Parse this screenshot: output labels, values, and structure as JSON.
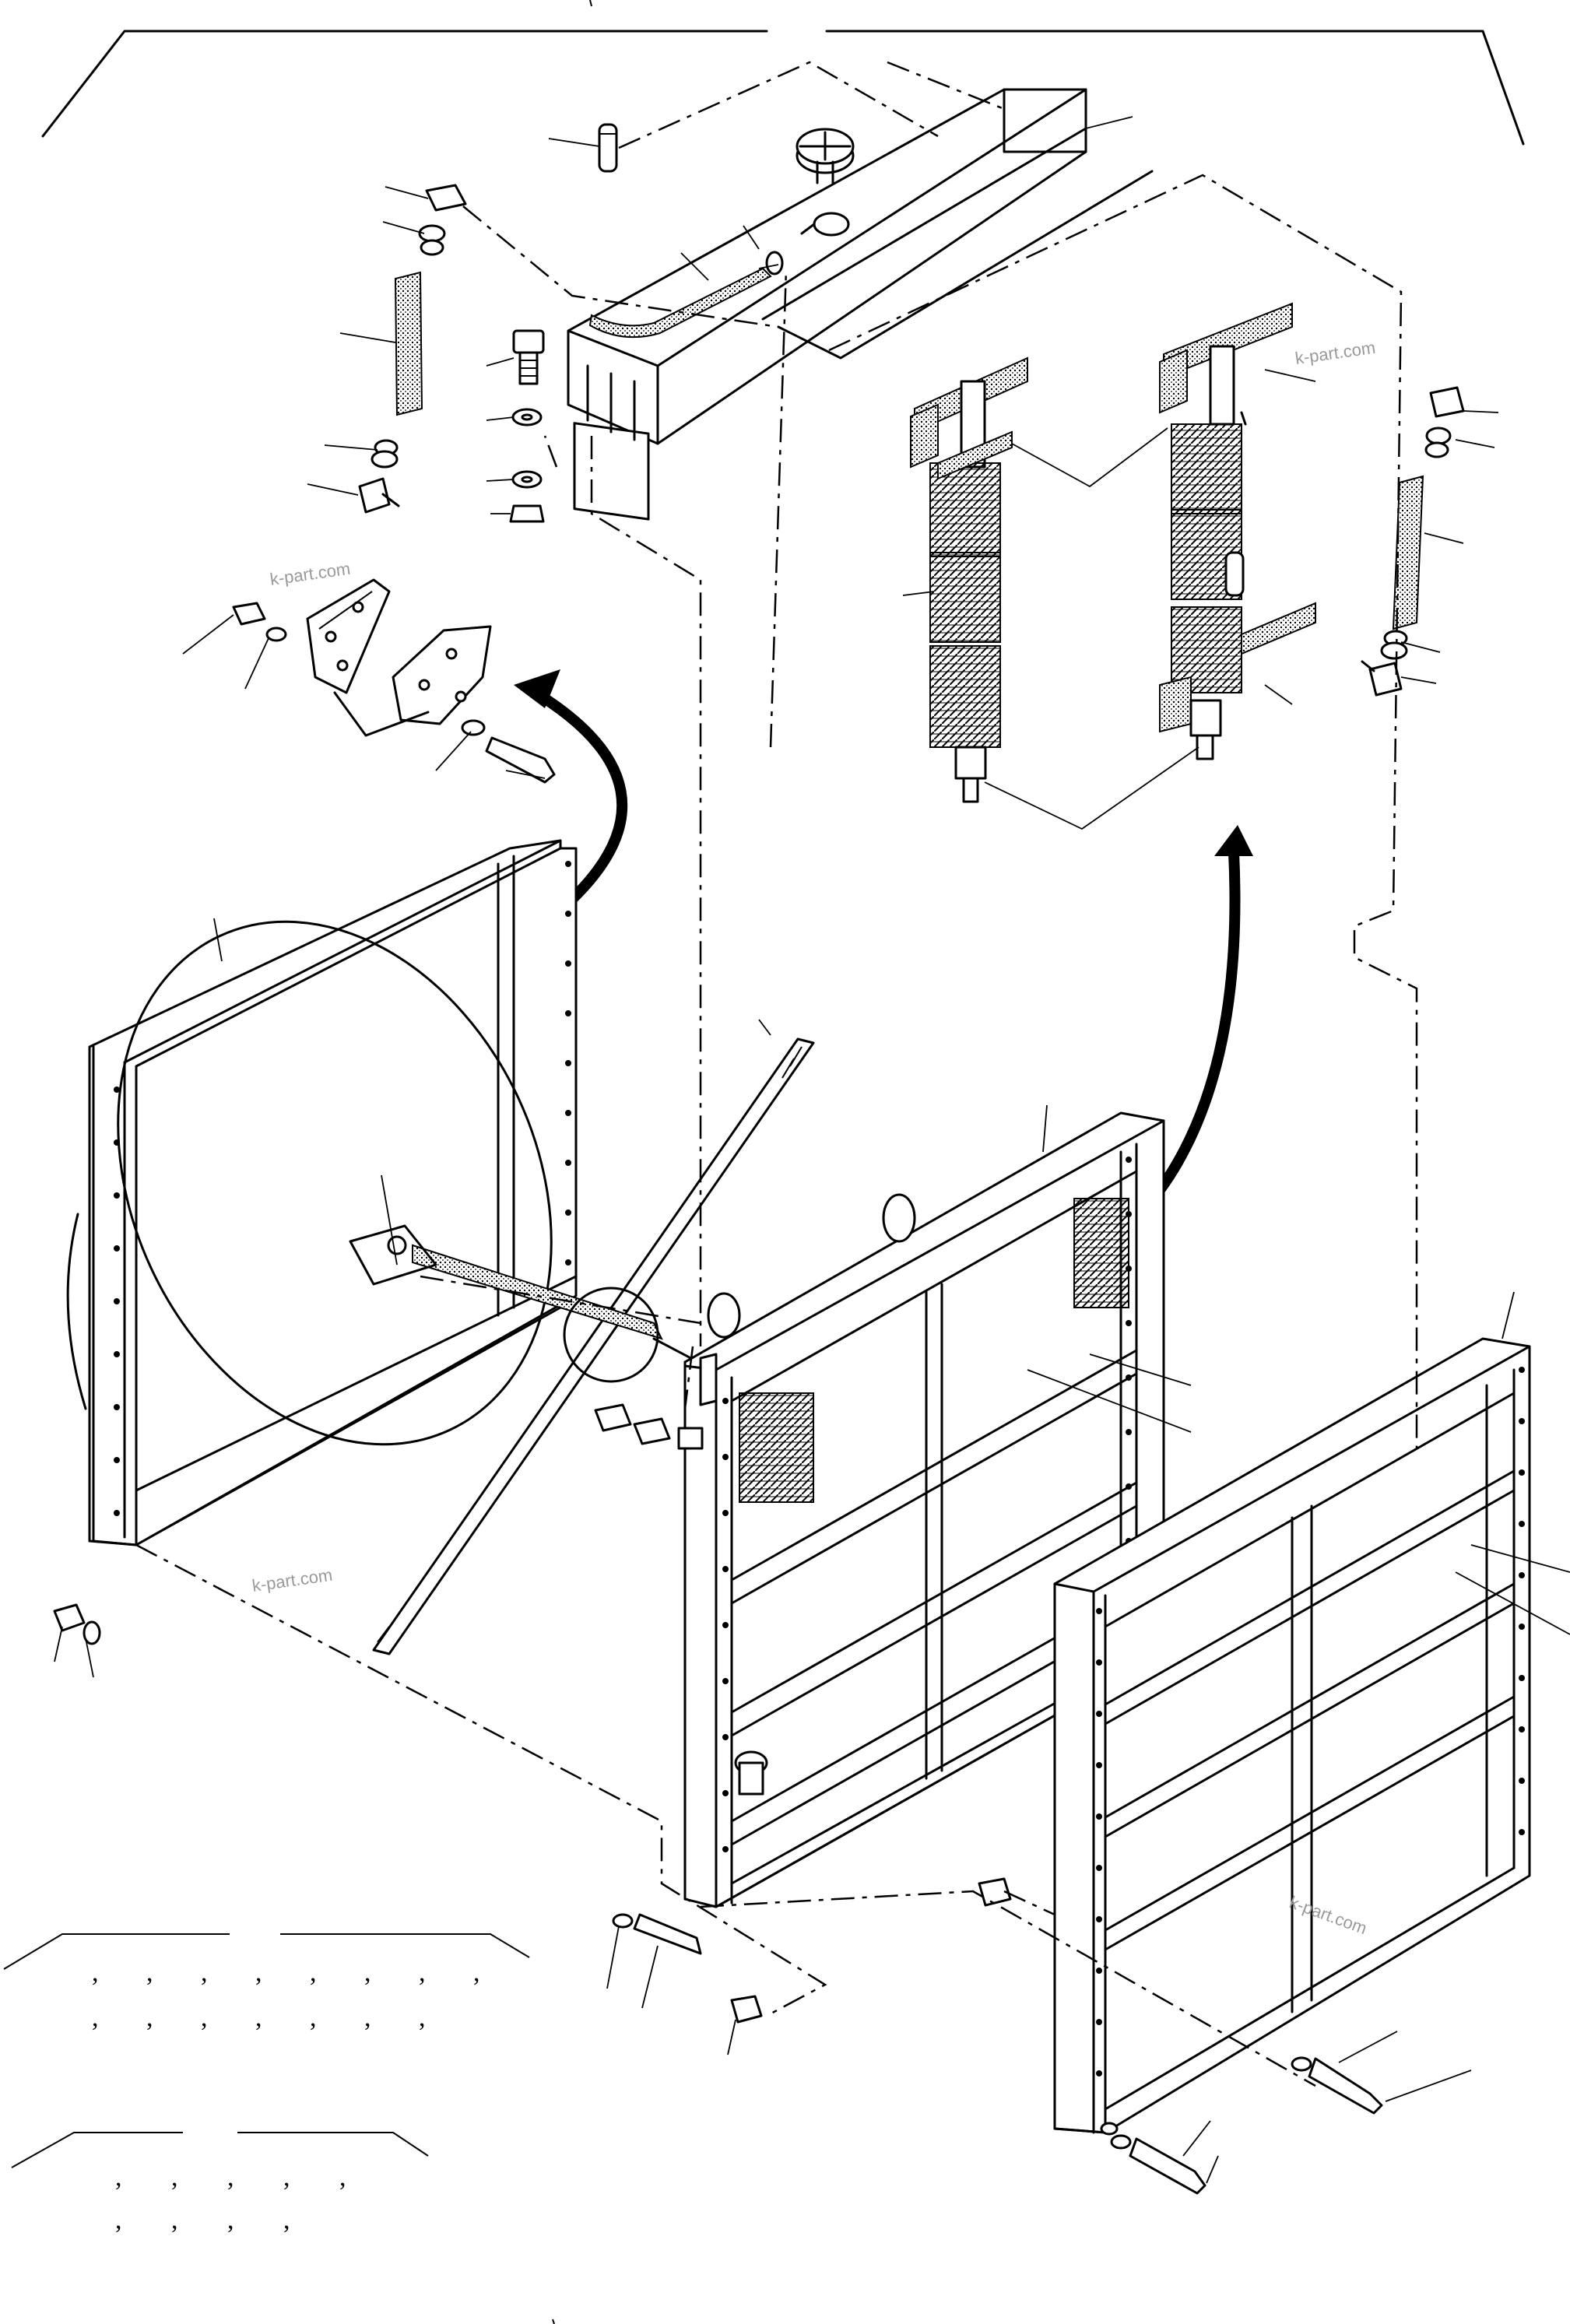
{
  "watermark": {
    "text": "k-part.com"
  },
  "table_lower_left": {
    "separators": ",",
    "row1_count": 8,
    "row2_count": 7,
    "row3_count": 5,
    "row4_count": 4
  }
}
